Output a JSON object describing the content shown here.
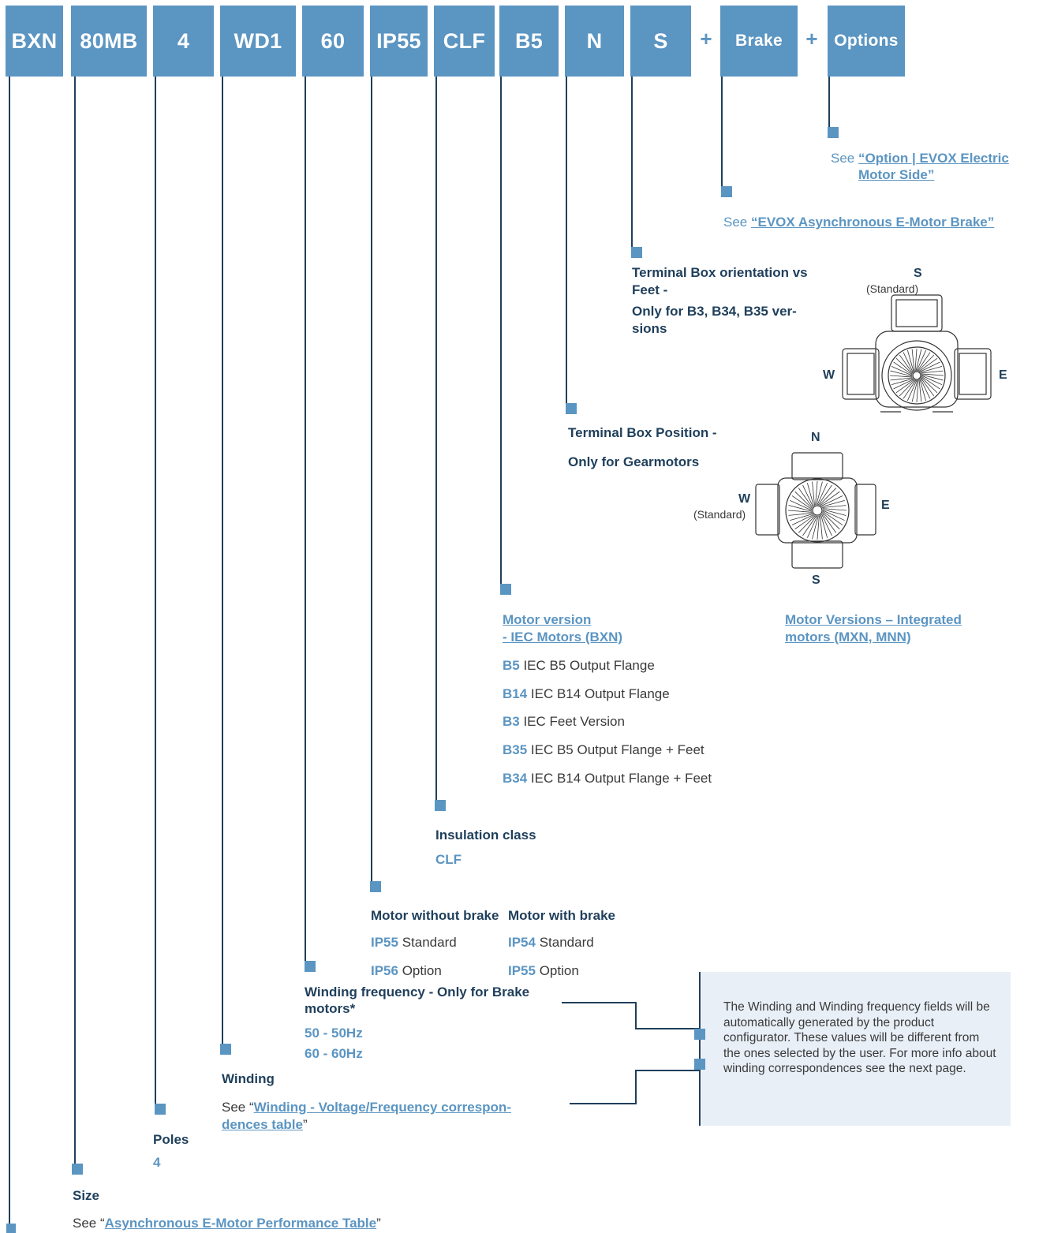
{
  "header": {
    "codes": [
      "BXN",
      "80MB",
      "4",
      "WD1",
      "60",
      "IP55",
      "CLF",
      "B5",
      "N",
      "S",
      "Brake",
      "Options"
    ],
    "plus": "+"
  },
  "options": {
    "see": "See ",
    "link": "“Option | EVOX Electric Motor Side”"
  },
  "brake": {
    "see": "See ",
    "link": "“EVOX Asynchronous E-Motor Brake”"
  },
  "terminal_orientation": {
    "title_line1": "Terminal Box orientation vs",
    "title_line2": "Feet -",
    "title_line3": "Only for B3, B34, B35 ver-",
    "title_line4": "sions",
    "labels": {
      "top": "S",
      "top_sub": "(Standard)",
      "left": "W",
      "right": "E"
    }
  },
  "terminal_position": {
    "title_line1": "Terminal Box Position -",
    "title_line2": "Only for Gearmotors",
    "labels": {
      "top": "N",
      "left": "W",
      "left_sub": "(Standard)",
      "right": "E",
      "bottom": "S"
    }
  },
  "motor_version": {
    "link_line1": "Motor version",
    "link_line2": " - IEC Motors (BXN)",
    "integrated_line1": "Motor Versions – Integrated",
    "integrated_line2": "motors (MXN, MNN)",
    "items": [
      {
        "code": "B5",
        "desc": " IEC B5 Output Flange"
      },
      {
        "code": "B14",
        "desc": " IEC B14 Output Flange"
      },
      {
        "code": "B3",
        "desc": " IEC Feet Version"
      },
      {
        "code": "B35",
        "desc": " IEC B5 Output Flange + Feet"
      },
      {
        "code": "B34",
        "desc": " IEC B14 Output Flange + Feet"
      }
    ]
  },
  "insulation": {
    "title": "Insulation class",
    "value": "CLF"
  },
  "protection": {
    "without_brake": {
      "title": "Motor without brake",
      "items": [
        {
          "code": "IP55",
          "desc": " Standard"
        },
        {
          "code": "IP56",
          "desc": " Option"
        }
      ]
    },
    "with_brake": {
      "title": "Motor with brake",
      "items": [
        {
          "code": "IP54",
          "desc": " Standard"
        },
        {
          "code": "IP55",
          "desc": " Option"
        }
      ]
    }
  },
  "winding_frequency": {
    "title_line1": "Winding frequency - Only for Brake",
    "title_line2": "motors*",
    "values": [
      "50 - 50Hz",
      "60 - 60Hz"
    ]
  },
  "winding": {
    "title": "Winding",
    "see": "See “",
    "link_line1": "Winding - Voltage/Frequency correspon-",
    "link_line2": "dences table",
    "close": "”"
  },
  "poles": {
    "title": "Poles",
    "value": "4"
  },
  "size": {
    "title": "Size",
    "see": "See “",
    "link": "Asynchronous E-Motor Performance Table",
    "close": "”"
  },
  "note": "The Winding and Winding frequency fields will be automatically generated by the product configurator. These values will be different from the ones selected by the user. For more info about winding correspondences see the next page."
}
